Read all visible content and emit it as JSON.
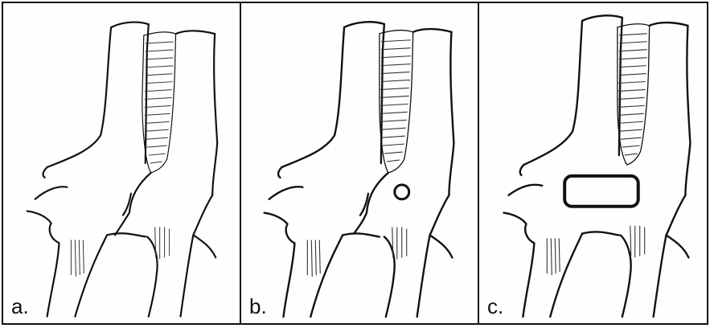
{
  "figure": {
    "panels": [
      {
        "id": "a",
        "label": "a.",
        "defect": "none"
      },
      {
        "id": "b",
        "label": "b.",
        "defect": "circular"
      },
      {
        "id": "c",
        "label": "c.",
        "defect": "rectangular"
      }
    ],
    "colors": {
      "line": "#111111",
      "background": "#fefefe",
      "hatch": "#333333"
    }
  }
}
